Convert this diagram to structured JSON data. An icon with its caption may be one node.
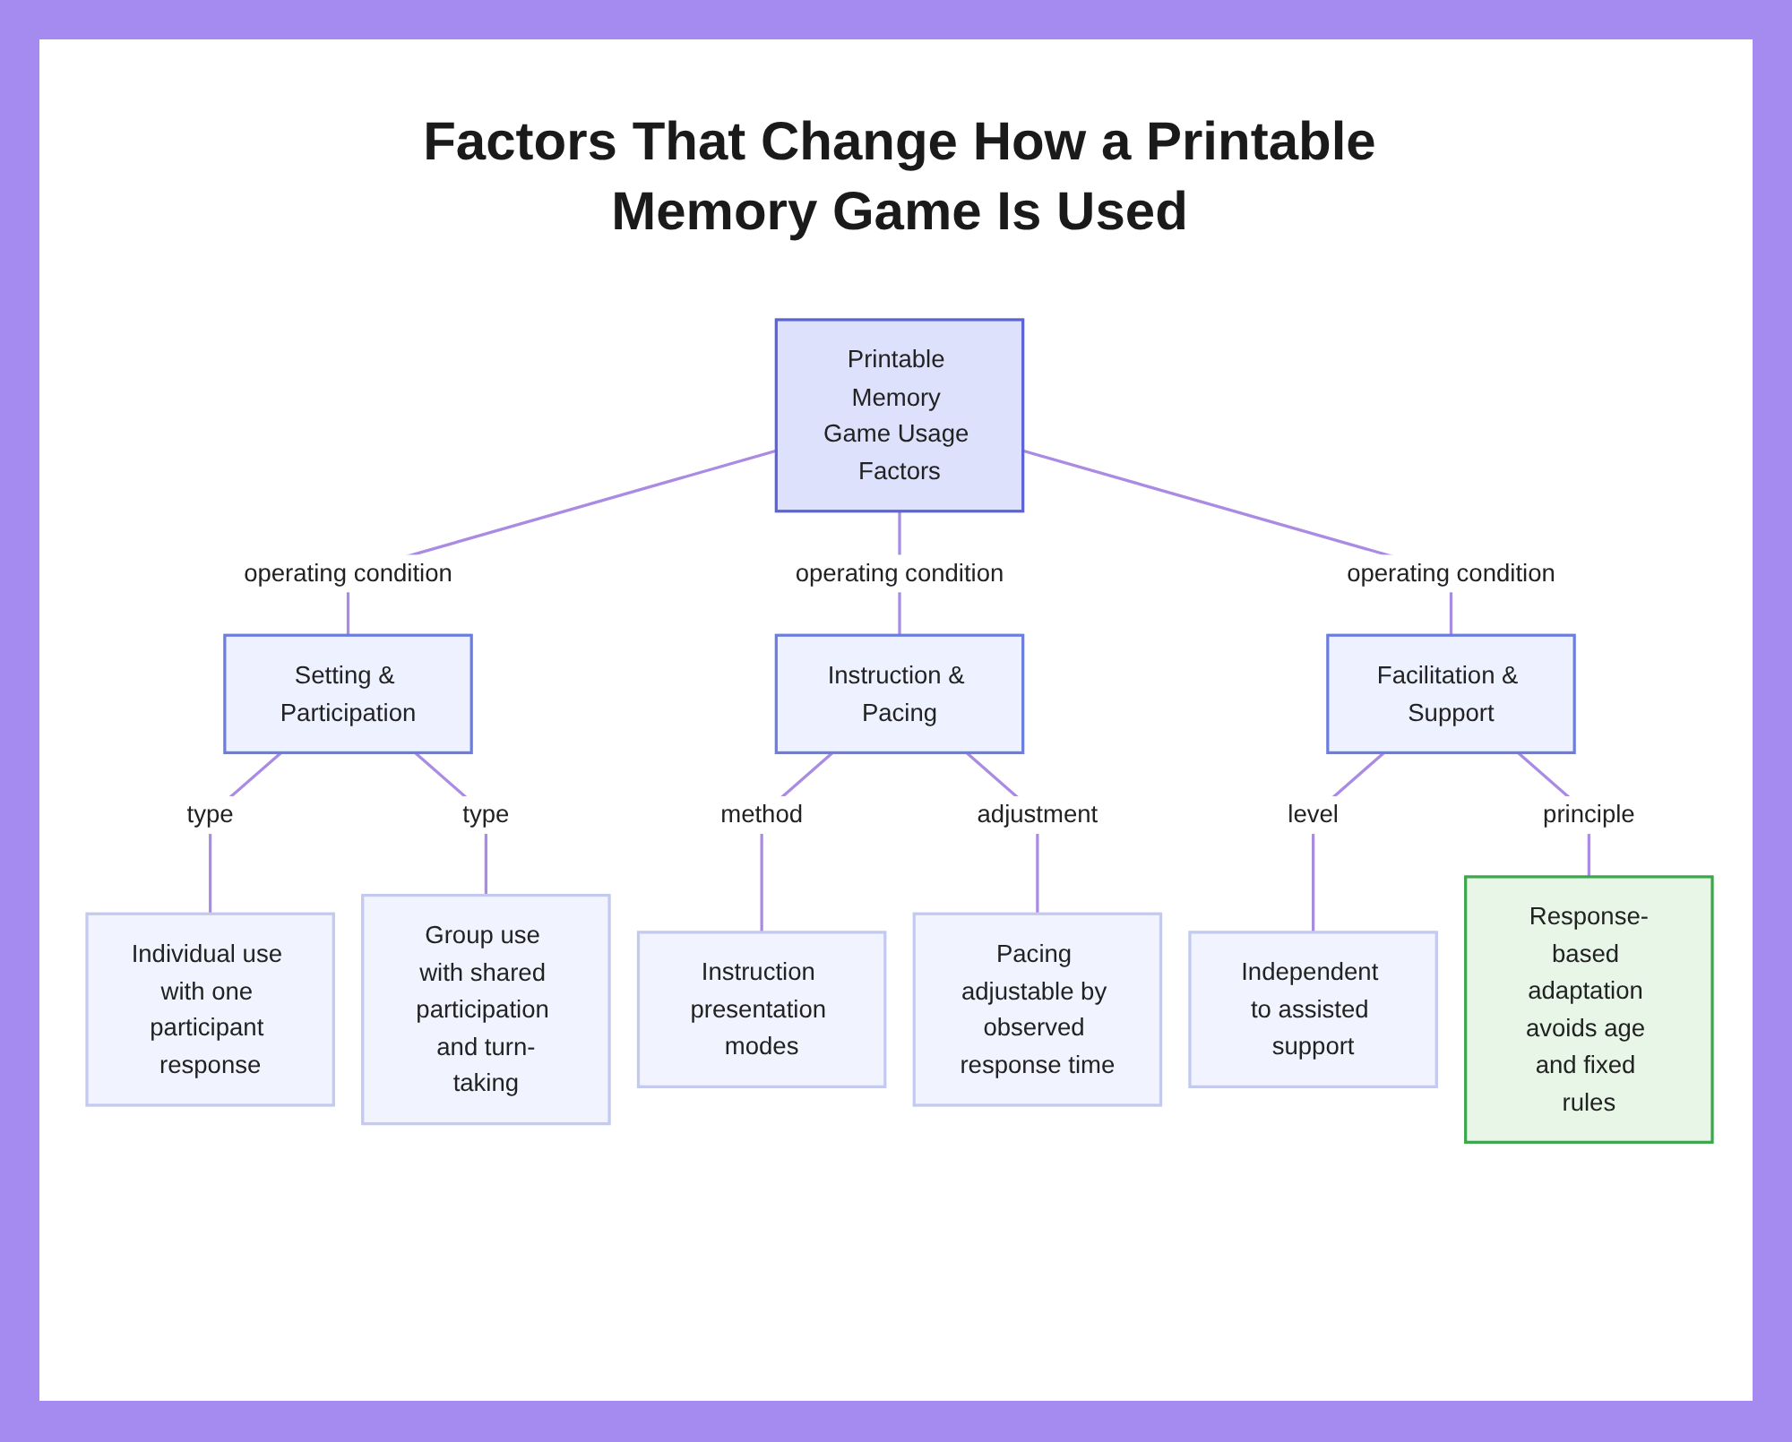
{
  "diagram": {
    "title": "Factors That Change How a Printable Memory Game Is Used",
    "nodes": [
      {
        "text": [
          "Printable Memory Game Usage Factors"
        ]
      },
      {
        "text": [
          "Setting & Participation"
        ]
      },
      {
        "text": [
          "Instruction & Pacing"
        ]
      },
      {
        "text": [
          "Facilitation & Support"
        ]
      },
      {
        "text": [
          "Individual use with one participant response"
        ]
      },
      {
        "text": [
          "Group use with shared participation and turn-taking"
        ]
      },
      {
        "text": [
          "Instruction presentation modes"
        ]
      },
      {
        "text": [
          "Pacing adjustable by observed response time"
        ]
      },
      {
        "text": [
          "Independent to assisted support"
        ]
      },
      {
        "text": [
          "Response-based adaptation avoids age and fixed rules"
        ]
      }
    ],
    "edges": [
      {
        "from": 0,
        "to": 1,
        "arrow": "none",
        "label": "operating condition"
      },
      {
        "from": 0,
        "to": 2,
        "arrow": "none",
        "label": "operating condition"
      },
      {
        "from": 0,
        "to": 3,
        "arrow": "none",
        "label": "operating condition"
      },
      {
        "from": 1,
        "to": 4,
        "arrow": "none",
        "label": "type"
      },
      {
        "from": 1,
        "to": 5,
        "arrow": "none",
        "label": "type"
      },
      {
        "from": 2,
        "to": 6,
        "arrow": "none",
        "label": "method"
      },
      {
        "from": 2,
        "to": 7,
        "arrow": "none",
        "label": "adjustment"
      },
      {
        "from": 3,
        "to": 8,
        "arrow": "none",
        "label": "level"
      },
      {
        "from": 3,
        "to": 9,
        "arrow": "none",
        "label": "principle"
      }
    ]
  }
}
